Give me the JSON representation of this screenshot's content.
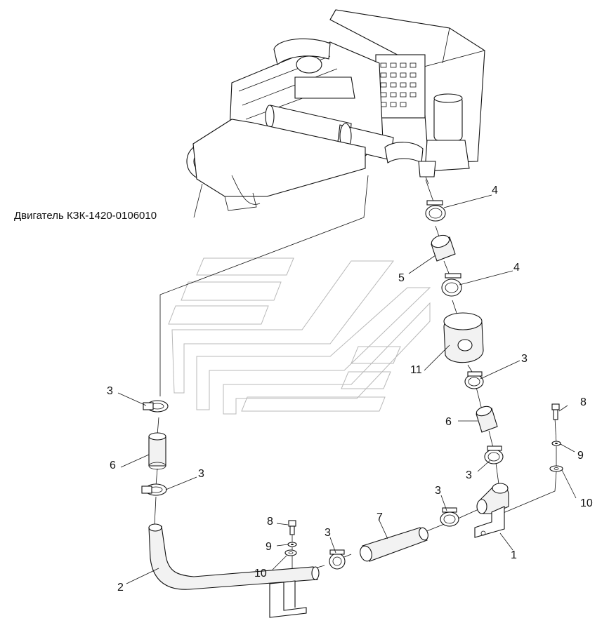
{
  "engine": {
    "caption": "Двигатель КЗК-1420-0106010"
  },
  "callouts": {
    "c1": "1",
    "c2": "2",
    "c3a": "3",
    "c3b": "3",
    "c3c": "3",
    "c3d": "3",
    "c3e": "3",
    "c3f": "3",
    "c4a": "4",
    "c4b": "4",
    "c5": "5",
    "c6a": "6",
    "c6b": "6",
    "c7": "7",
    "c8a": "8",
    "c8b": "8",
    "c9a": "9",
    "c9b": "9",
    "c10a": "10",
    "c10b": "10",
    "c11": "11"
  }
}
